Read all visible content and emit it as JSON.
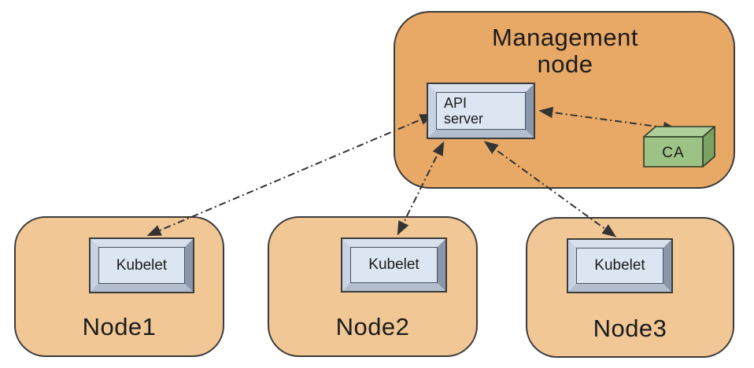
{
  "colors": {
    "management_fill": "#E8A866",
    "node_fill": "#F1C795",
    "container_border": "#3B3B3B",
    "box_face": "#DCE6F2",
    "bevel_top": "#D7E0EC",
    "bevel_left": "#C7D3E3",
    "bevel_right": "#8A97AB",
    "bevel_bottom": "#B2BECE",
    "ca_front": "#9CC285",
    "ca_top": "#AFCF9A",
    "ca_side": "#7BA263",
    "arrow_color": "#333333",
    "text_color": "#1B1B1B",
    "canvas_bg": "#FFFFFF"
  },
  "management_node": {
    "title": "Management\nnode",
    "api_server": {
      "label": "API\nserver"
    },
    "ca": {
      "label": "CA"
    }
  },
  "worker_nodes": [
    {
      "title": "Node1",
      "component": {
        "label": "Kubelet"
      }
    },
    {
      "title": "Node2",
      "component": {
        "label": "Kubelet"
      }
    },
    {
      "title": "Node3",
      "component": {
        "label": "Kubelet"
      }
    }
  ],
  "connections": [
    {
      "from": "api-server",
      "to": "kubelet-node1",
      "line_style": "dash-dot",
      "arrows": "both"
    },
    {
      "from": "api-server",
      "to": "kubelet-node2",
      "line_style": "dash-dot",
      "arrows": "both"
    },
    {
      "from": "api-server",
      "to": "kubelet-node3",
      "line_style": "dash-dot",
      "arrows": "both"
    },
    {
      "from": "api-server",
      "to": "ca",
      "line_style": "dash-dot",
      "arrows": "both"
    }
  ]
}
